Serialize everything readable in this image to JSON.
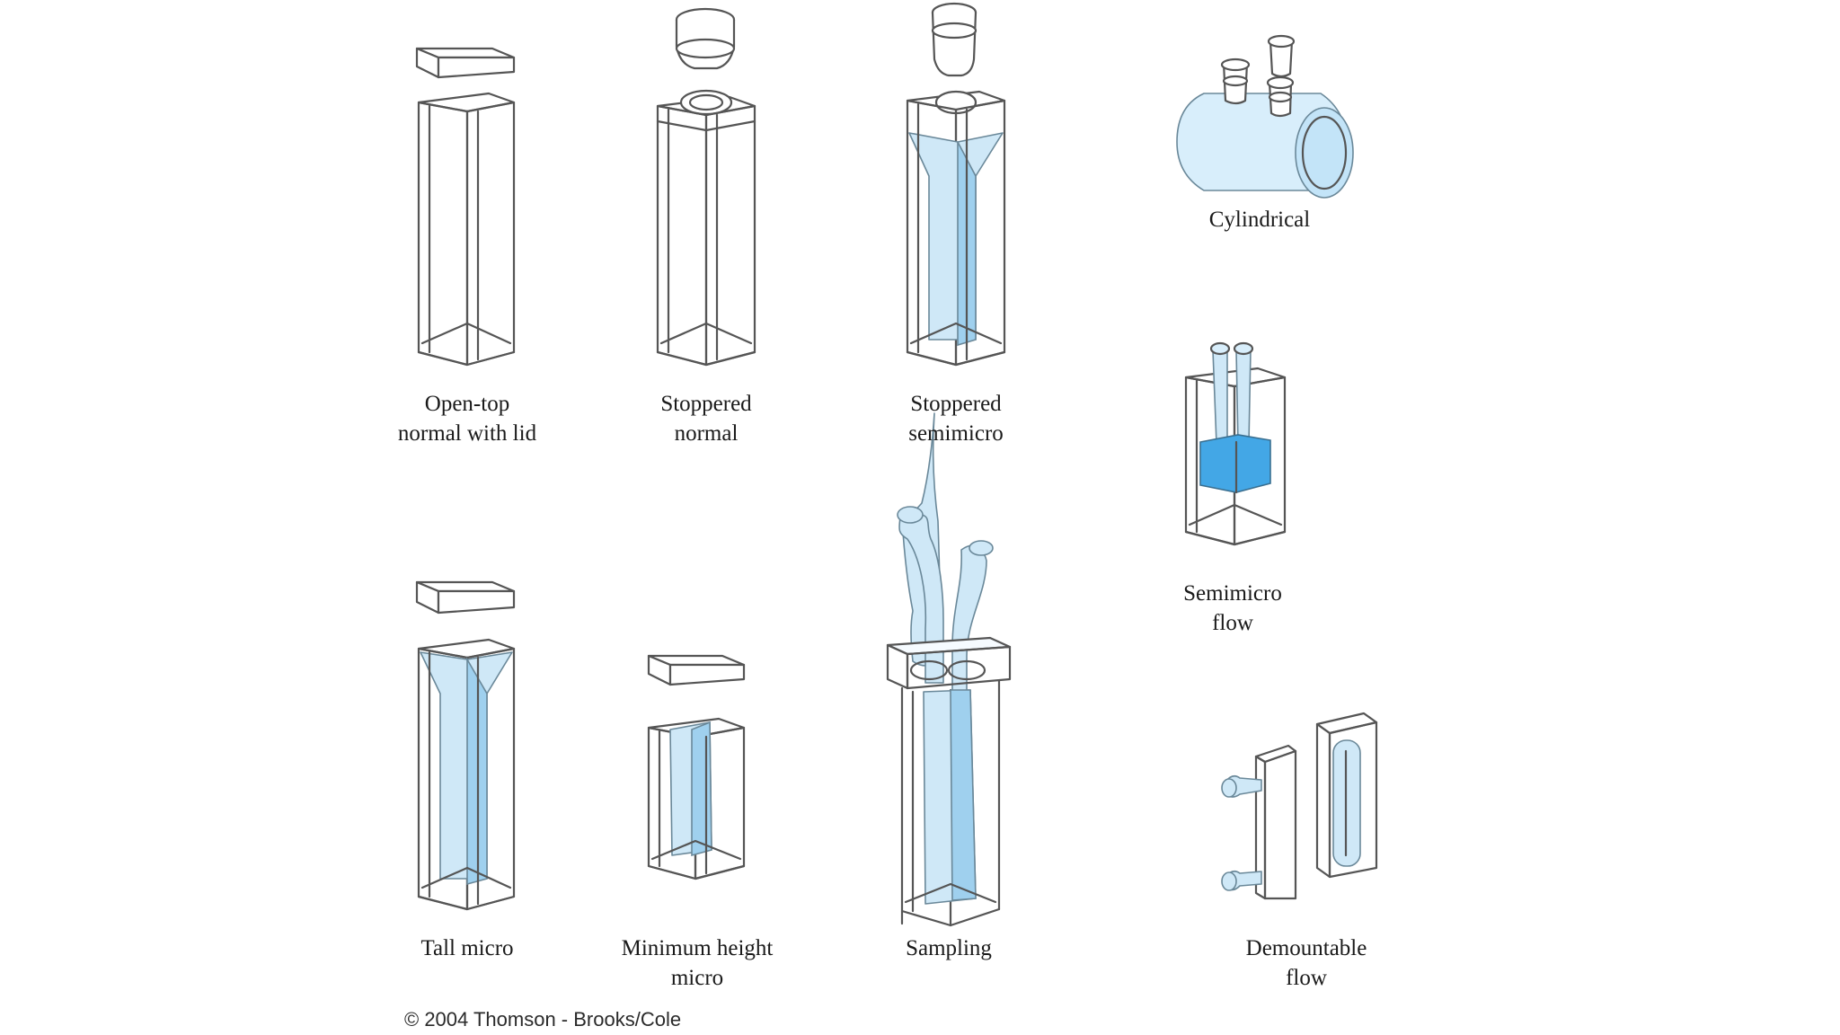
{
  "labels": {
    "open_top": [
      "Open-top",
      "normal with lid"
    ],
    "stoppered_normal": [
      "Stoppered",
      "normal"
    ],
    "stoppered_semimicro": [
      "Stoppered",
      "semimicro"
    ],
    "cylindrical": [
      "Cylindrical"
    ],
    "semimicro_flow": [
      "Semimicro",
      "flow"
    ],
    "tall_micro": [
      "Tall micro"
    ],
    "minimum_height_micro": [
      "Minimum height",
      "micro"
    ],
    "sampling": [
      "Sampling"
    ],
    "demountable_flow": [
      "Demountable",
      "flow"
    ]
  },
  "copyright": "© 2004 Thomson - Brooks/Cole",
  "colors": {
    "outline": "#555555",
    "liquid_light": "#cfe8f7",
    "liquid_dark": "#43a7e6",
    "background": "#ffffff"
  }
}
